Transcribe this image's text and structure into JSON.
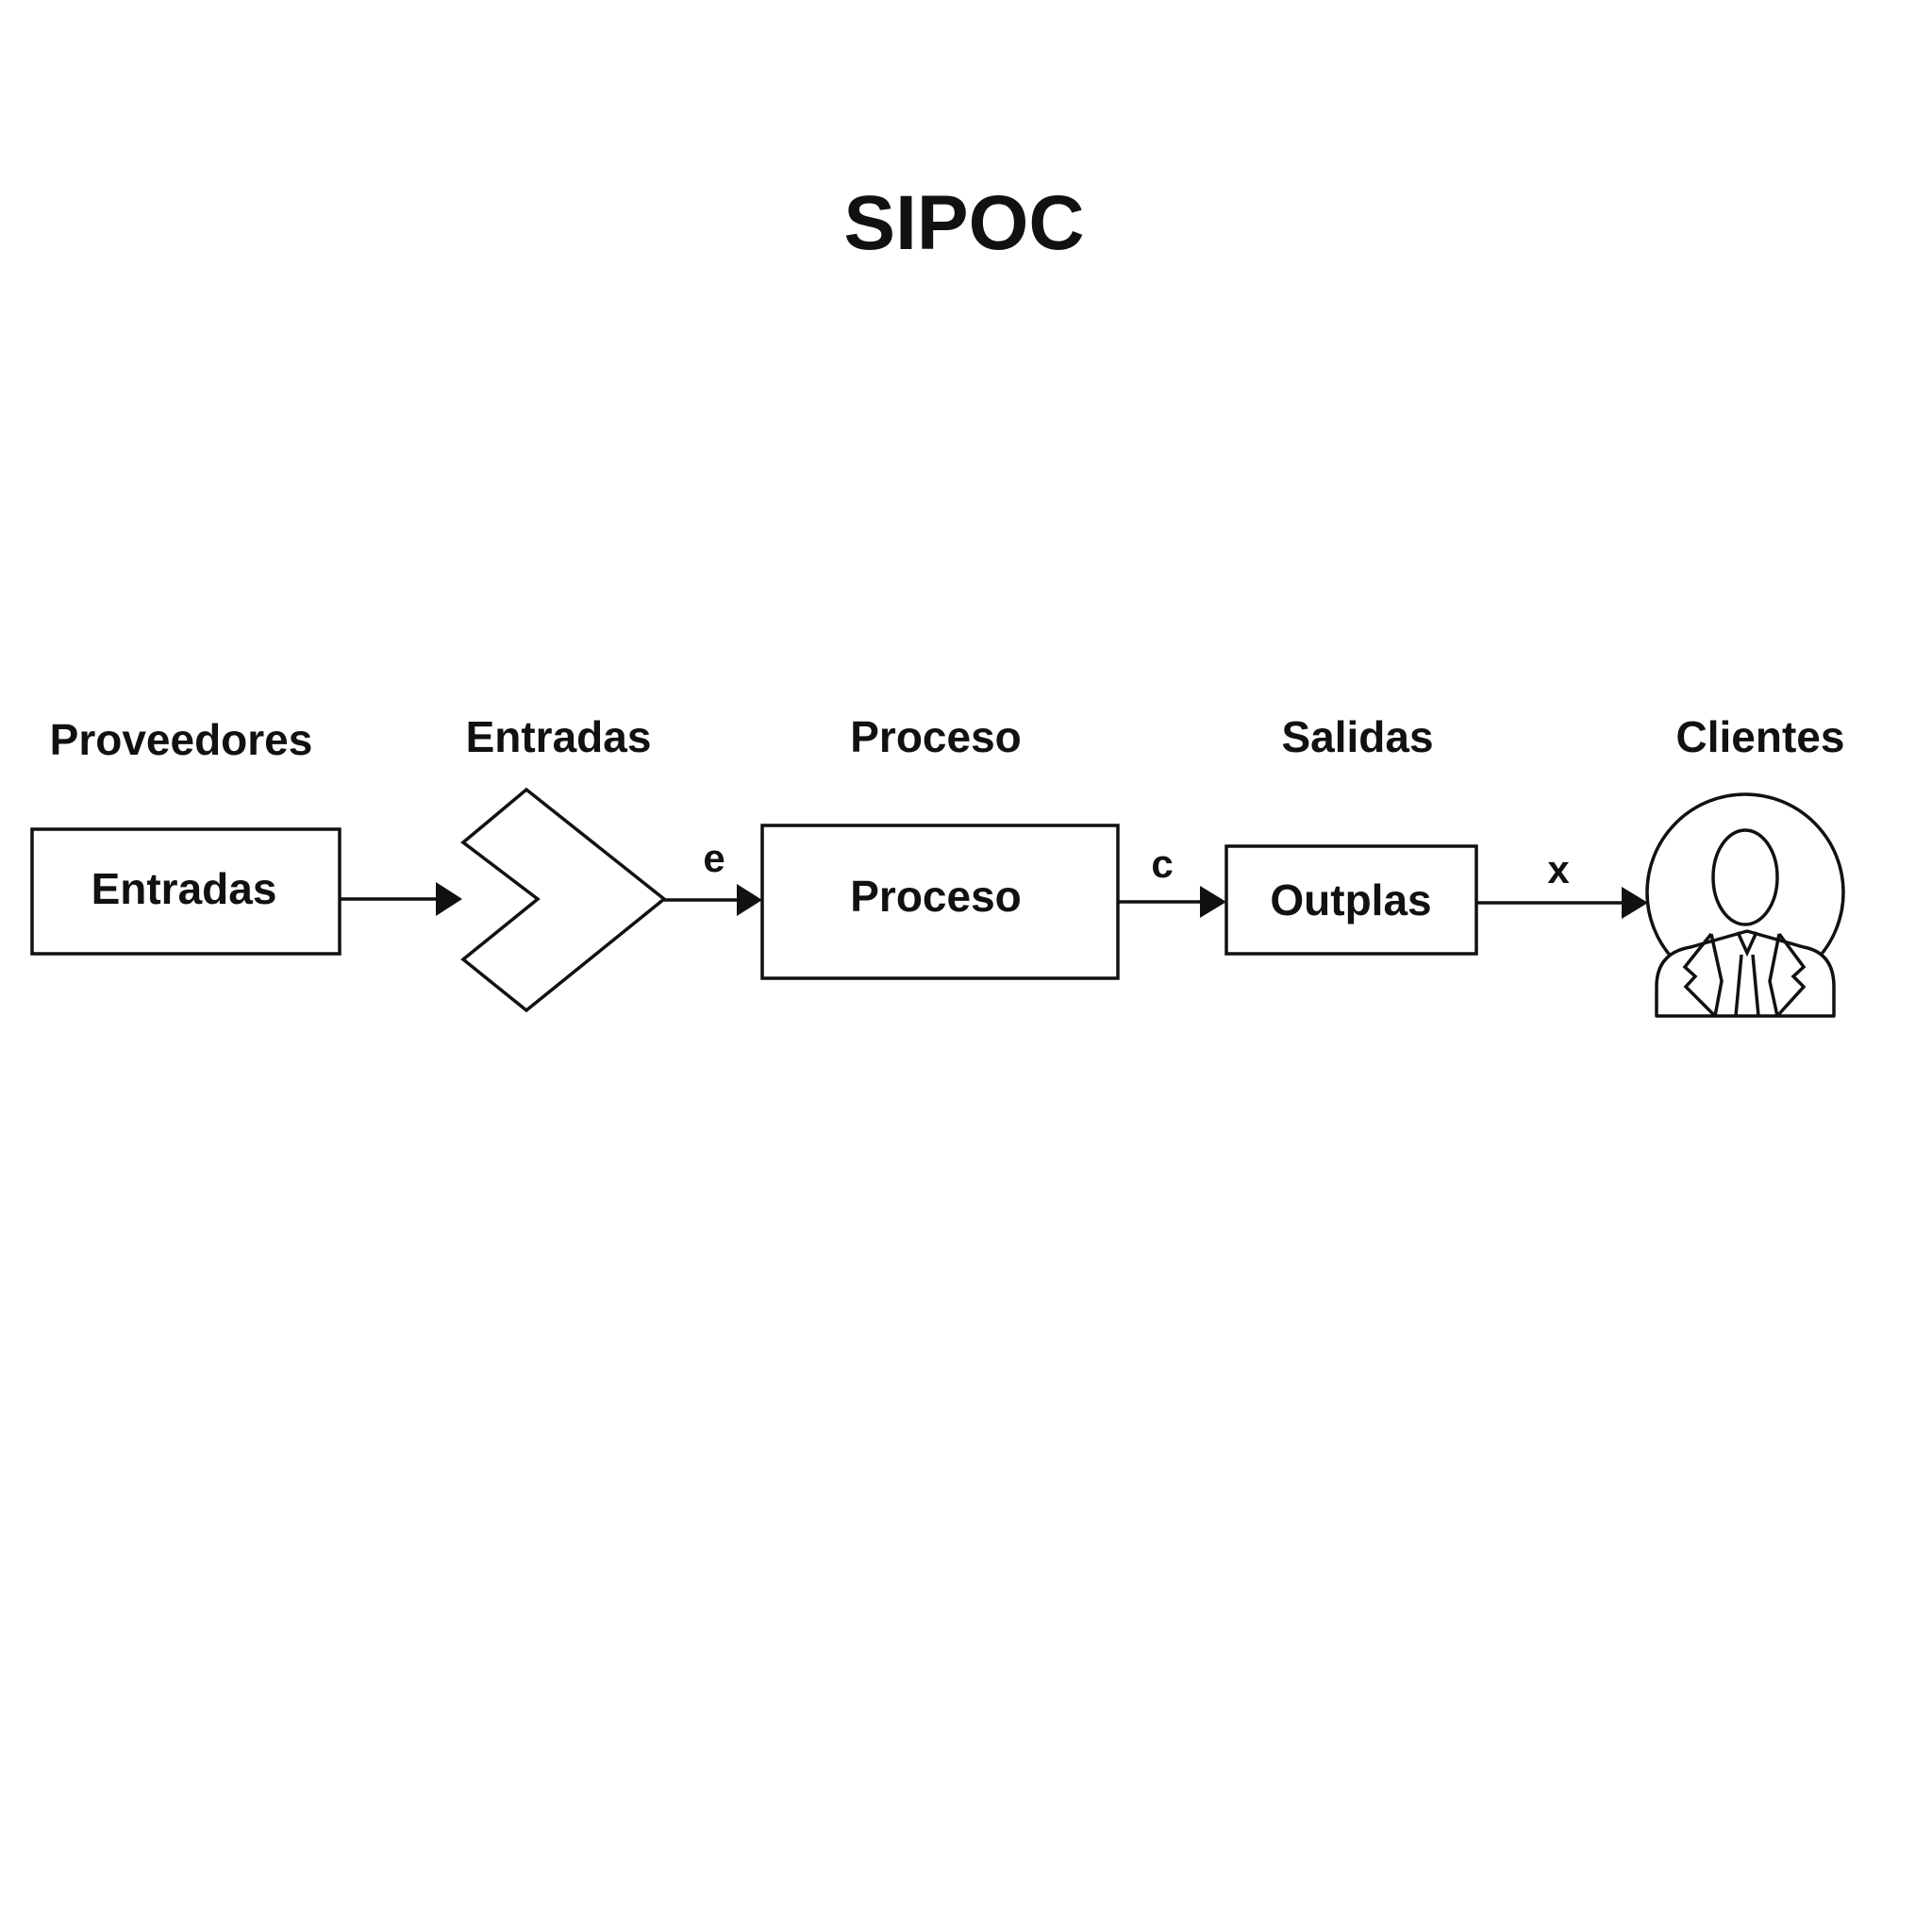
{
  "title": "SIPOC",
  "columns": {
    "suppliers": "Proveedores",
    "inputs": "Entradas",
    "process": "Proceso",
    "outputs": "Salidas",
    "customers": "Clientes"
  },
  "nodes": {
    "suppliers_box": "Entradas",
    "process_box": "Proceso",
    "outputs_box": "Outplas",
    "customer_icon": "person-in-suit-icon"
  },
  "edges": [
    {
      "from": "suppliers_box",
      "to": "inputs_chevron",
      "label": ""
    },
    {
      "from": "inputs_chevron",
      "to": "process_box",
      "label": "e"
    },
    {
      "from": "process_box",
      "to": "outputs_box",
      "label": "c"
    },
    {
      "from": "outputs_box",
      "to": "customer_icon",
      "label": "x"
    }
  ],
  "colors": {
    "stroke": "#111111",
    "background": "#ffffff"
  }
}
